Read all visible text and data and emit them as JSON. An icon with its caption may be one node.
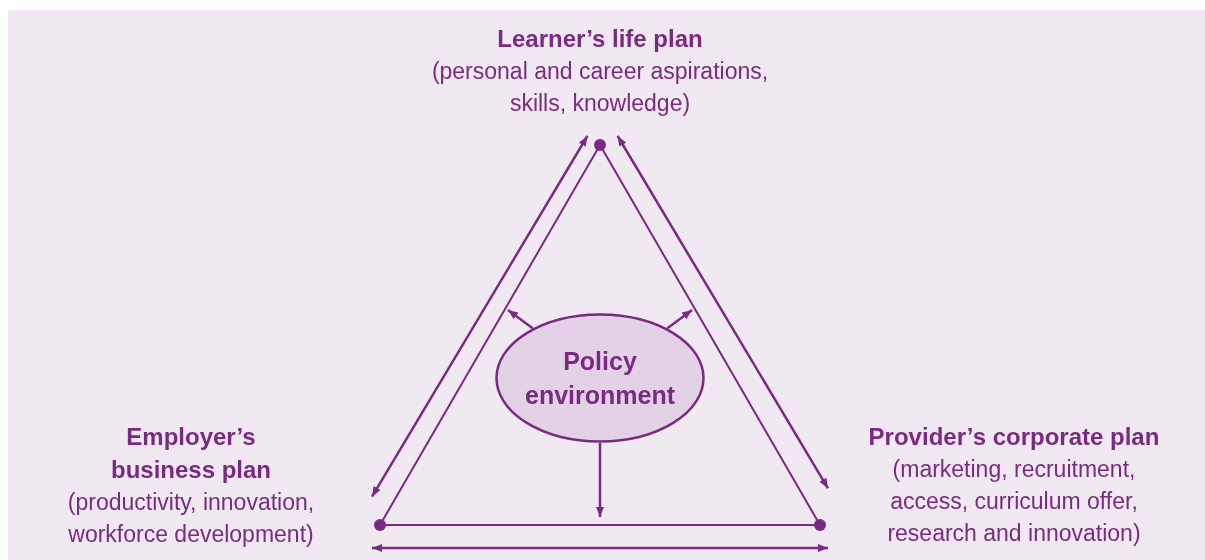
{
  "diagram": {
    "nodes": [
      {
        "text": [
          "Learner’s life plan",
          "(personal and career aspirations, skills, knowledge)"
        ]
      },
      {
        "text": [
          "Employer’s business plan",
          "(productivity, innovation, workforce development)"
        ]
      },
      {
        "text": [
          "Provider’s corporate plan",
          "(marketing, recruitment, access, curriculum offer, research and innovation)"
        ]
      },
      {
        "text": [
          "Policy environment"
        ]
      }
    ],
    "edges": [
      {
        "from": 0,
        "to": 1,
        "arrow": "both"
      },
      {
        "from": 0,
        "to": 2,
        "arrow": "both"
      },
      {
        "from": 1,
        "to": 2,
        "arrow": "both"
      },
      {
        "from": 3,
        "to": null,
        "arrow": "to"
      },
      {
        "from": 3,
        "to": null,
        "arrow": "to"
      },
      {
        "from": 3,
        "to": null,
        "arrow": "to"
      }
    ]
  }
}
